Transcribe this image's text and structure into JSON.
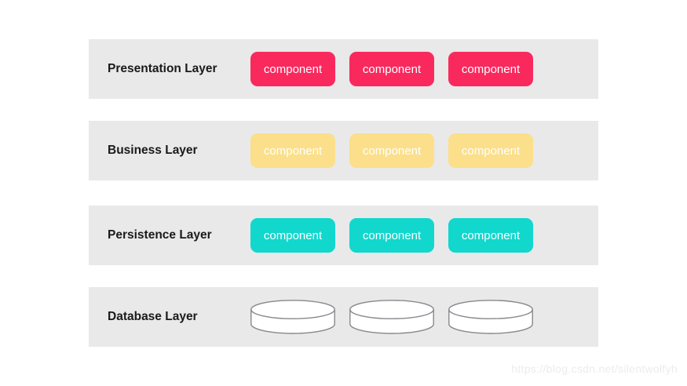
{
  "layers": [
    {
      "name": "Presentation Layer",
      "accent_color": "#F9295E",
      "components": [
        "component",
        "component",
        "component"
      ]
    },
    {
      "name": "Business Layer",
      "accent_color": "#FBDF8A",
      "components": [
        "component",
        "component",
        "component"
      ]
    },
    {
      "name": "Persistence Layer",
      "accent_color": "#12D7CD",
      "components": [
        "component",
        "component",
        "component"
      ]
    },
    {
      "name": "Database Layer",
      "icon": "database-cylinder-icon",
      "icon_count": 3
    }
  ],
  "watermark": "https://blog.csdn.net/silentwolfyh",
  "colors": {
    "row_background": "#E9E9E9",
    "component_text": "#FFFFFF",
    "label_text": "#1A1A1A",
    "cylinder_fill": "#FFFFFF",
    "cylinder_outline": "#88888E",
    "watermark_text": "#ECECEC",
    "page_background": "#FFFFFF"
  }
}
